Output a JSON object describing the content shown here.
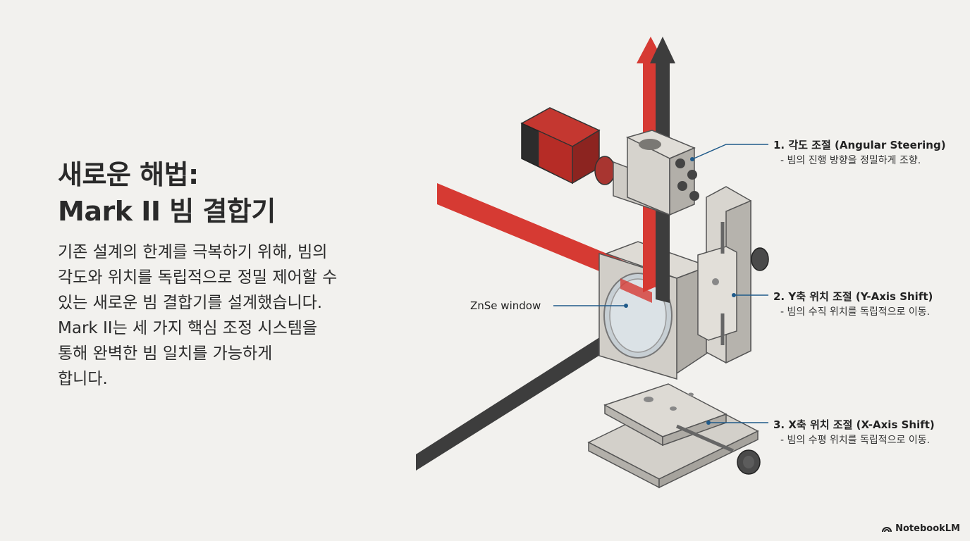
{
  "title": {
    "line1": "새로운 해법:",
    "line2": "Mark II 빔 결합기"
  },
  "body": {
    "lines": [
      "기존 설계의 한계를 극복하기 위해, 빔의",
      "각도와 위치를 독립적으로 정밀 제어할 수",
      "있는 새로운 빔 결합기를 설계했습니다.",
      "Mark II는 세 가지 핵심 조정 시스템을",
      "통해 완벽한 빔 일치를 가능하게",
      "합니다."
    ]
  },
  "callouts": [
    {
      "title": "1. 각도 조절 (Angular Steering)",
      "desc": "- 빔의 진행 방향을 정밀하게 조향."
    },
    {
      "title": "2. Y축 위치 조절 (Y-Axis Shift)",
      "desc": "- 빔의 수직 위치를 독립적으로 이동."
    },
    {
      "title": "3. X축 위치 조절 (X-Axis Shift)",
      "desc": "- 빔의 수평 위치를 독립적으로 이동."
    }
  ],
  "znse_label": "ZnSe window",
  "logo": {
    "text": "NotebookLM"
  },
  "colors": {
    "background": "#f2f1ee",
    "red_beam": "#d63a33",
    "dark_beam": "#3d3d3d",
    "metal": "#cfccc6",
    "leader_line": "#1f5a8a",
    "laser_body": "#b62c26"
  }
}
